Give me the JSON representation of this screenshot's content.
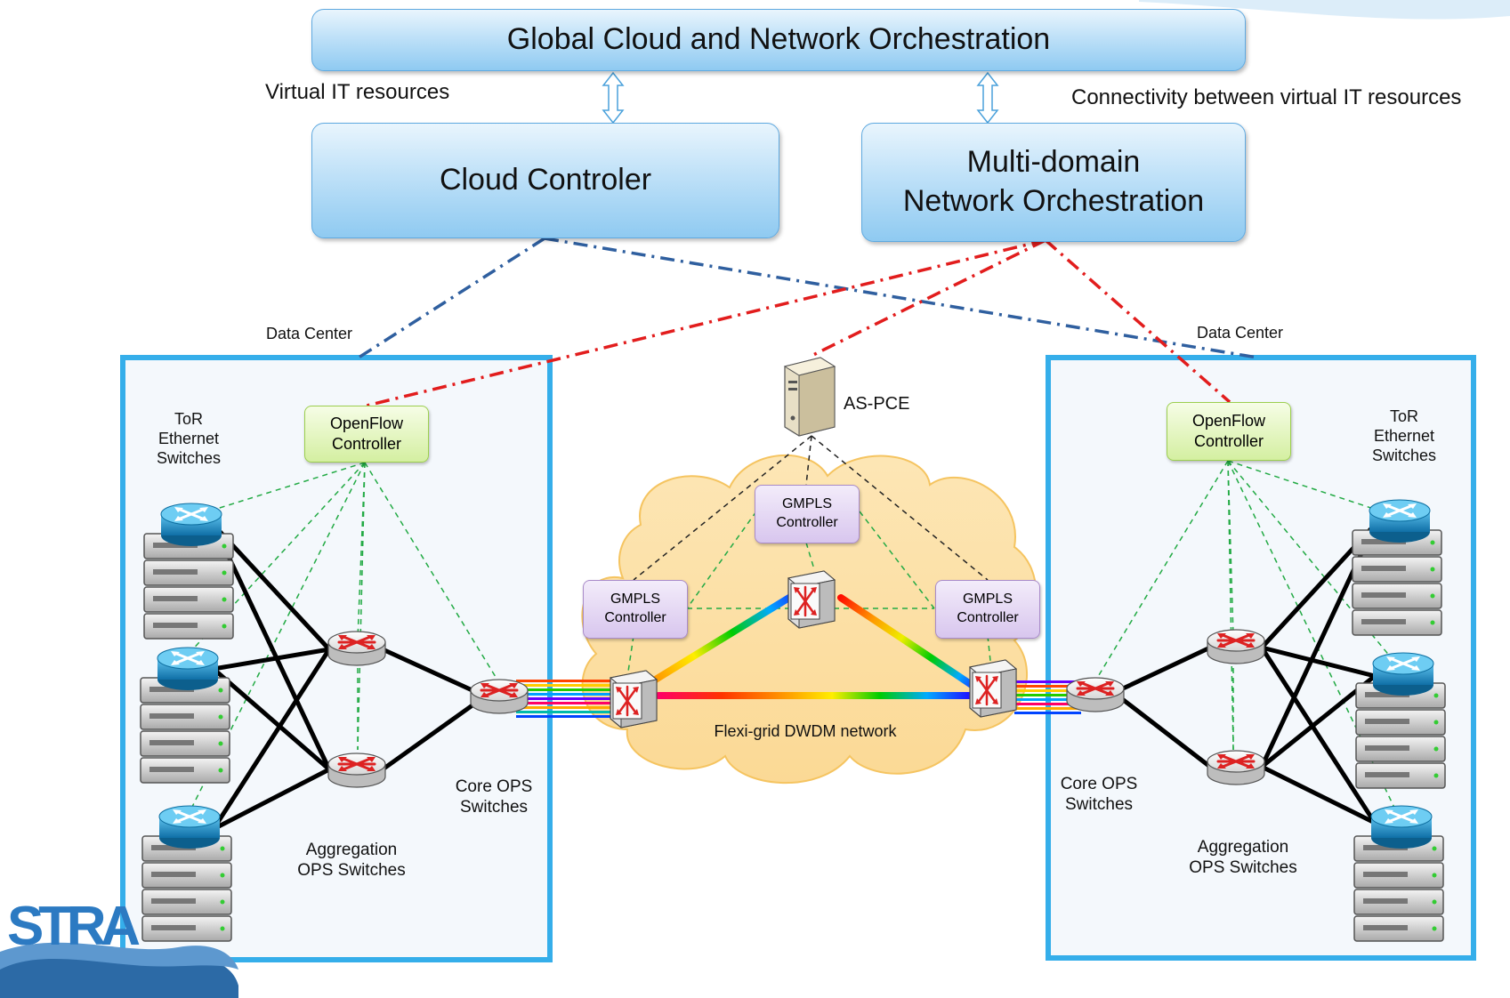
{
  "orchestration": {
    "global": "Global Cloud and Network Orchestration",
    "cloud_controller": "Cloud Controler",
    "network_orchestration": "Multi-domain\nNetwork Orchestration",
    "virtual_it_label": "Virtual IT resources",
    "connectivity_label": "Connectivity between virtual IT resources"
  },
  "left_dc": {
    "title": "Data Center",
    "controller": "OpenFlow\nController",
    "tor_label": "ToR\nEthernet\nSwitches",
    "aggregation_label": "Aggregation\nOPS Switches",
    "core_label": "Core OPS\nSwitches"
  },
  "right_dc": {
    "title": "Data Center",
    "controller": "OpenFlow\nController",
    "tor_label": "ToR\nEthernet\nSwitches",
    "aggregation_label": "Aggregation\nOPS Switches",
    "core_label": "Core OPS\nSwitches"
  },
  "wan": {
    "pce_label": "AS-PCE",
    "gmpls_top": "GMPLS\nController",
    "gmpls_left": "GMPLS\nController",
    "gmpls_right": "GMPLS\nController",
    "network_label": "Flexi-grid DWDM network"
  },
  "logo": {
    "text": "STRA"
  },
  "colors": {
    "blue_box": "#8fcaf1",
    "dc_border": "#3aaeea",
    "cloud_control": "#2f5f9f",
    "network_control": "#e21d1d",
    "sdn_dashed": "#22aa44",
    "router": "#1a7fb0",
    "openflow_box": "#d4efa1",
    "gmpls_box": "#d8c6ee",
    "cloud": "#fde1a4"
  }
}
